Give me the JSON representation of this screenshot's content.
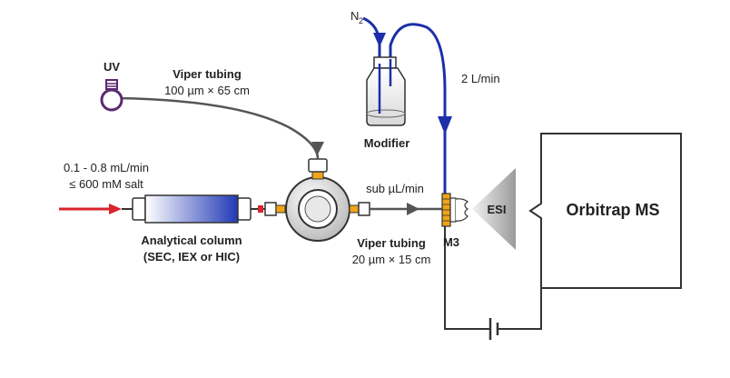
{
  "labels": {
    "n2": "N",
    "n2_sub": "2",
    "uv": "UV",
    "viper_top_title": "Viper tubing",
    "viper_top_dims": "100 µm × 65 cm",
    "flow_rate": "0.1 - 0.8 mL/min",
    "salt": "≤ 600 mM salt",
    "column_title": "Analytical column",
    "column_types": "(SEC, IEX or HIC)",
    "modifier": "Modifier",
    "gas_flow": "2 L/min",
    "sub_flow": "sub µL/min",
    "viper_bottom_title": "Viper tubing",
    "viper_bottom_dims": "20 µm × 15 cm",
    "m3": "M3",
    "esi": "ESI",
    "orbitrap": "Orbitrap MS"
  },
  "colors": {
    "gas_line": "#1c2fa8",
    "inlet_arrow": "#d9232d",
    "uv_lamp": "#5a2a72",
    "fitting": "#f0a418",
    "column_gradient_start": "#ffffff",
    "column_gradient_end": "#2239b5"
  }
}
